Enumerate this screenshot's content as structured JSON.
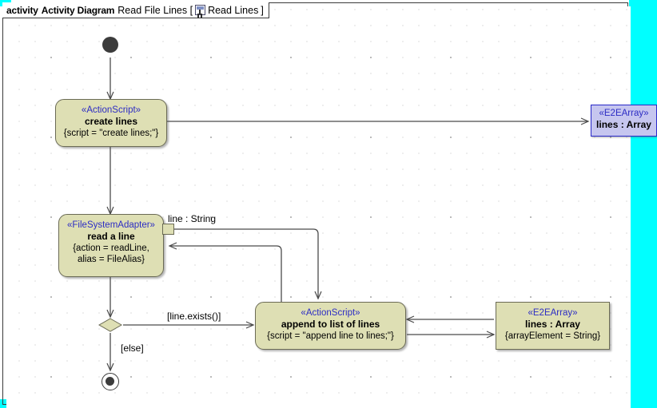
{
  "frame": {
    "kind_label": "activity",
    "name": "Activity Diagram",
    "qualified": "Read File Lines [",
    "icon": "activity-diagram-icon",
    "package_name": "Read Lines",
    "close_bracket": "]"
  },
  "colors": {
    "node_fill": "#dedfb4",
    "node_border": "#6b6b55",
    "stereotype_text": "#2c2cc4",
    "selected_fill": "#c6c6ef",
    "selected_border": "#2a2acb",
    "selection_strip": "#00ffff",
    "edge": "#4a4a4a",
    "canvas": "#ffffff"
  },
  "nodes": {
    "initial": {
      "name": "initial-node"
    },
    "create_lines": {
      "stereotype": "«ActionScript»",
      "name": "create lines",
      "props": "{script = \"create lines;\"}"
    },
    "read_a_line": {
      "stereotype": "«FileSystemAdapter»",
      "name": "read a line",
      "props_line1": "{action = readLine,",
      "props_line2": "alias = FileAlias}"
    },
    "read_a_line_pin": {
      "label": "line : String"
    },
    "append_to_list": {
      "stereotype": "«ActionScript»",
      "name": "append to list of lines",
      "props": "{script = \"append line to lines;\"}"
    },
    "lines_array_selected": {
      "stereotype": "«E2EArray»",
      "name": "lines : Array"
    },
    "lines_array": {
      "stereotype": "«E2EArray»",
      "name": "lines : Array",
      "props": "{arrayElement = String}"
    },
    "decision": {
      "name": "decision-node"
    },
    "final": {
      "name": "final-node"
    }
  },
  "guards": {
    "line_exists": "[line.exists()]",
    "else": "[else]"
  }
}
